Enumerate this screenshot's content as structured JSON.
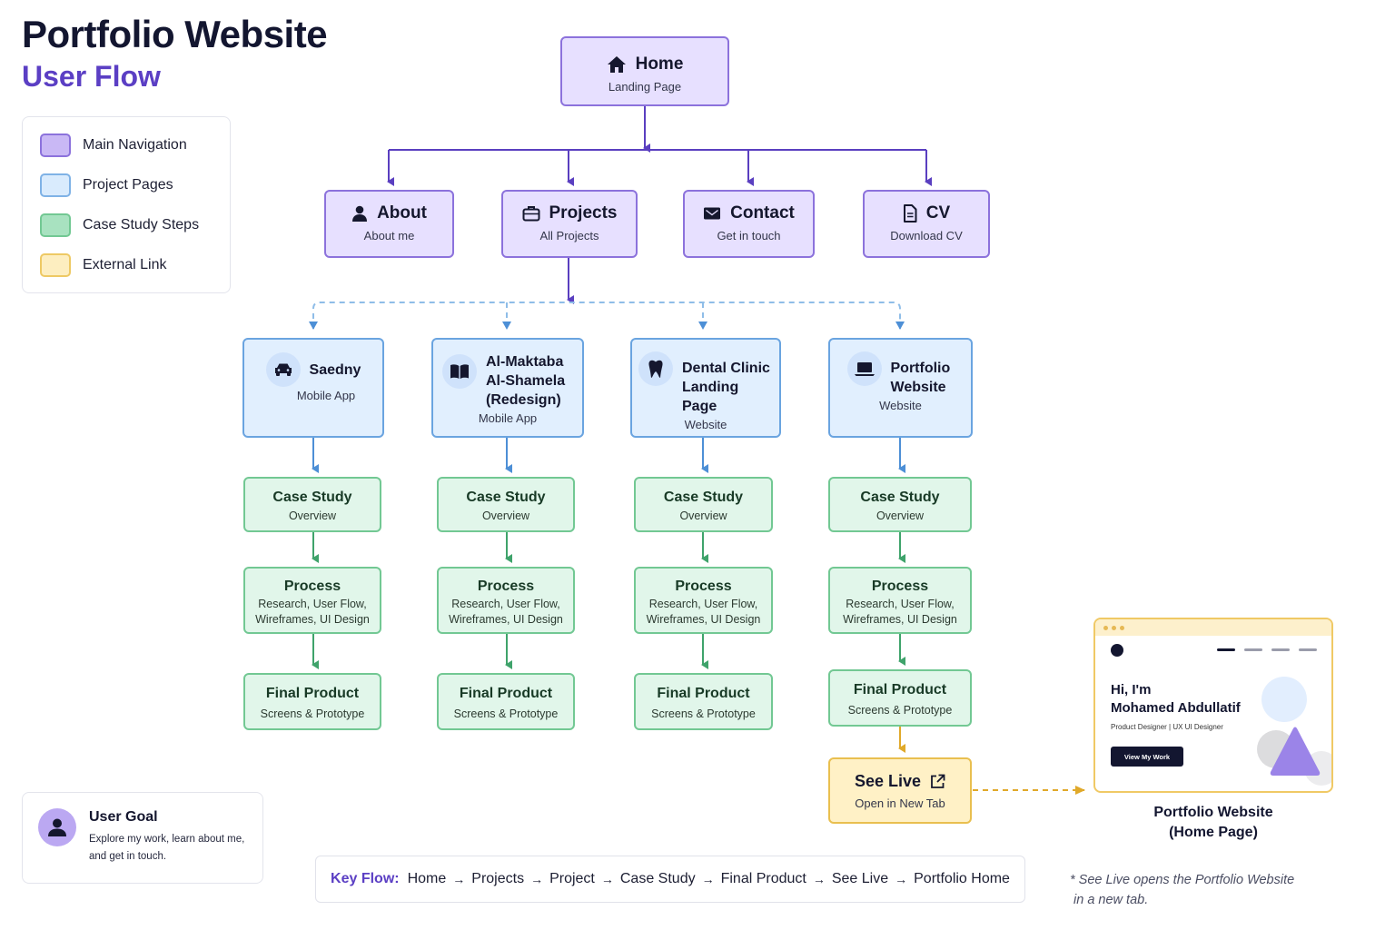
{
  "header": {
    "title": "Portfolio Website",
    "subtitle": "User Flow"
  },
  "legend": [
    {
      "label": "Main Navigation",
      "fill": "#c9b8f5",
      "stroke": "#8c72dc"
    },
    {
      "label": "Project Pages",
      "fill": "#d9ebfd",
      "stroke": "#7fb2e6"
    },
    {
      "label": "Case Study Steps",
      "fill": "#a8e2c0",
      "stroke": "#72c893"
    },
    {
      "label": "External Link",
      "fill": "#fdeec0",
      "stroke": "#eec964"
    }
  ],
  "home": {
    "title": "Home",
    "subtitle": "Landing Page",
    "icon": "home-icon"
  },
  "nav": [
    {
      "title": "About",
      "subtitle": "About me",
      "icon": "user-icon"
    },
    {
      "title": "Projects",
      "subtitle": "All Projects",
      "icon": "briefcase-icon"
    },
    {
      "title": "Contact",
      "subtitle": "Get in touch",
      "icon": "mail-icon"
    },
    {
      "title": "CV",
      "subtitle": "Download CV",
      "icon": "document-icon"
    }
  ],
  "projects": [
    {
      "title": "Saedny",
      "type": "Mobile App",
      "icon": "car-icon"
    },
    {
      "title": "Al-Maktaba Al-Shamela (Redesign)",
      "type": "Mobile App",
      "icon": "book-icon"
    },
    {
      "title": "Dental Clinic Landing Page",
      "type": "Website",
      "icon": "tooth-icon"
    },
    {
      "title": "Portfolio Website",
      "type": "Website",
      "icon": "laptop-icon"
    }
  ],
  "steps": {
    "case_study": {
      "title": "Case Study",
      "subtitle": "Overview"
    },
    "process": {
      "title": "Process",
      "subtitle": "Research, User Flow, Wireframes, UI Design"
    },
    "final": {
      "title": "Final Product",
      "subtitle": "Screens & Prototype"
    }
  },
  "see_live": {
    "title": "See Live",
    "subtitle": "Open in New Tab",
    "icon": "external-link-icon"
  },
  "preview": {
    "greeting": "Hi, I'm",
    "name": "Mohamed Abdullatif",
    "role": "Product Designer | UX UI Designer",
    "button": "View My Work",
    "caption_line1": "Portfolio Website",
    "caption_line2": "(Home Page)"
  },
  "user_goal": {
    "title": "User Goal",
    "text": "Explore my work, learn about me, and get in touch."
  },
  "key_flow": {
    "label": "Key Flow:",
    "steps": [
      "Home",
      "Projects",
      "Project",
      "Case Study",
      "Final Product",
      "See Live",
      "Portfolio Home"
    ]
  },
  "note": {
    "line1": "* See Live opens the Portfolio Website",
    "line2": "in a new tab."
  },
  "colors": {
    "main": "#8c72dc",
    "project": "#6aa4e0",
    "step": "#72c893",
    "external": "#e9bf4f",
    "accent": "#5b3fc4",
    "nav_edge": "#5a3fc0",
    "project_edge": "#4d8fd6",
    "step_edge": "#3fa36b",
    "external_edge": "#e0a92a"
  }
}
